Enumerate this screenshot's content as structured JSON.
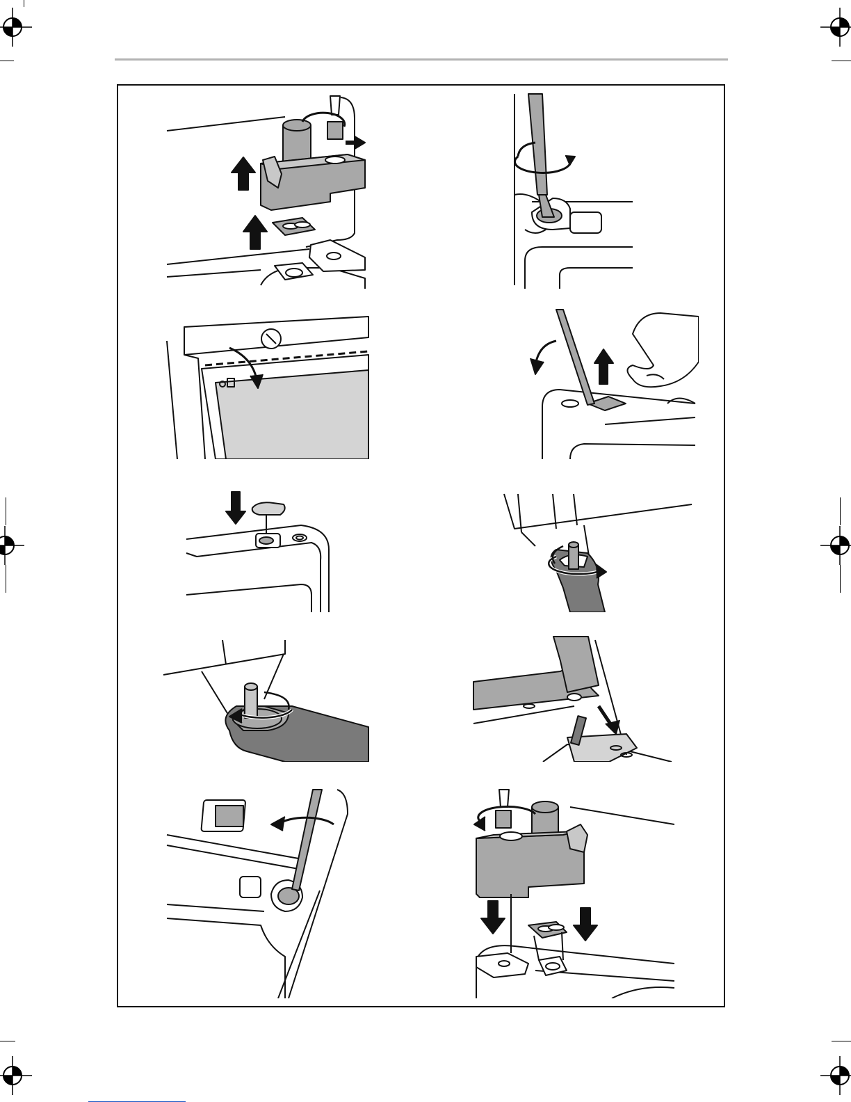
{
  "document": {
    "type": "installation-illustration-page",
    "panels": [
      {
        "id": 1,
        "illustration": "remove-hinge-bracket-and-spacer"
      },
      {
        "id": 2,
        "illustration": "unscrew-with-screwdriver"
      },
      {
        "id": 3,
        "illustration": "rotate-door-closed"
      },
      {
        "id": 4,
        "illustration": "lift-cap-with-screwdriver"
      },
      {
        "id": 5,
        "illustration": "insert-cap-cover"
      },
      {
        "id": 6,
        "illustration": "unscrew-pin-with-wrench"
      },
      {
        "id": 7,
        "illustration": "tighten-pin-with-wrench"
      },
      {
        "id": 8,
        "illustration": "insert-pin-into-door"
      },
      {
        "id": 9,
        "illustration": "tighten-screw-with-screwdriver"
      },
      {
        "id": 10,
        "illustration": "install-hinge-bracket-and-spacer"
      }
    ],
    "colors": {
      "line": "#111111",
      "part_fill": "#a8a8a8",
      "dark_fill": "#7a7a7a",
      "glass_fill": "#d4d4d4",
      "top_rule": "#b3b3b3",
      "footer_link": "#1a56c4"
    }
  }
}
